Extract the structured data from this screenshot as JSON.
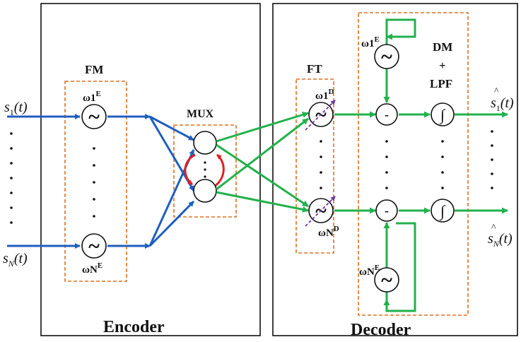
{
  "encoder": {
    "title": "Encoder",
    "fm_label": "FM",
    "mux_label": "MUX",
    "omega_1": "ω1",
    "omega_1_sup": "E",
    "omega_n": "ωN",
    "omega_n_sup": "E"
  },
  "decoder": {
    "title": "Decoder",
    "ft_label": "FT",
    "dm_label": "DM",
    "plus": "+",
    "lpf_label": "LPF",
    "omega_1_d": "ω1",
    "omega_1_d_sup": "D",
    "omega_n_d": "ωN",
    "omega_n_d_sup": "D",
    "omega_1_e": "ω1",
    "omega_1_e_sup": "E",
    "omega_n_e": "ωN",
    "omega_n_e_sup": "E",
    "minus": "-",
    "integral": "∫"
  },
  "signals": {
    "input_1": "s",
    "input_1_sub": "1",
    "input_1_arg": "(t)",
    "input_n": "s",
    "input_n_sub": "N",
    "input_n_arg": "(t)",
    "output_1": "s",
    "output_1_sub": "1",
    "output_1_arg": "(t)",
    "output_n": "s",
    "output_n_sub": "N",
    "output_n_arg": "(t)",
    "hat": "^"
  },
  "symbols": {
    "tilde": "~",
    "dot": "·"
  },
  "colors": {
    "encoder_path": "#1f5fbf",
    "decoder_path": "#22b14c",
    "group_border": "#e07020",
    "mux_link": "#e02020",
    "tuning_arrow": "#7030a0",
    "frame": "#111111"
  }
}
